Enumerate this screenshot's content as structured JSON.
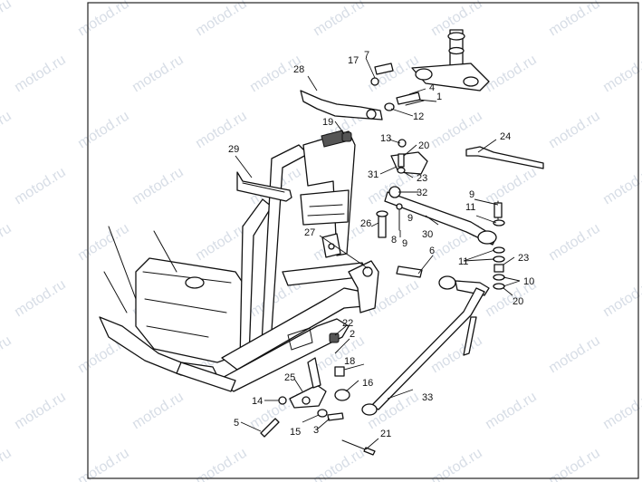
{
  "diagram": {
    "watermark_text": "motod.ru",
    "callouts": [
      "1",
      "2",
      "3",
      "4",
      "5",
      "6",
      "7",
      "8",
      "9",
      "9",
      "9",
      "10",
      "11",
      "11",
      "12",
      "13",
      "14",
      "15",
      "16",
      "17",
      "18",
      "19",
      "20",
      "20",
      "21",
      "22",
      "23",
      "23",
      "24",
      "25",
      "26",
      "27",
      "28",
      "29",
      "30",
      "31",
      "32",
      "33"
    ]
  },
  "colors": {
    "line": "#111111",
    "background": "#ffffff",
    "watermark": "#b8c3d2"
  }
}
